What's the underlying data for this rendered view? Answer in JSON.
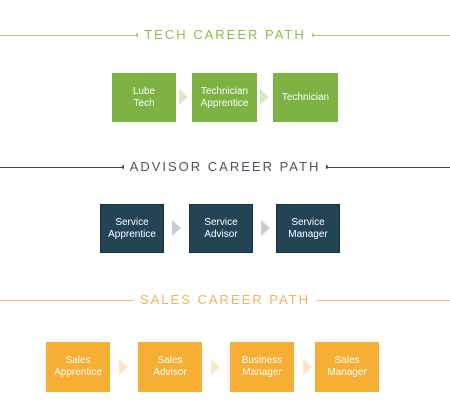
{
  "tech": {
    "heading": "TECH CAREER PATH",
    "steps": [
      "Lube\nTech",
      "Technician\nApprentice",
      "Technician"
    ],
    "accent": "#7cb342"
  },
  "advisor": {
    "heading": "ADVISOR CAREER PATH",
    "steps": [
      "Service\nApprentice",
      "Service\nAdvisor",
      "Service\nManager"
    ],
    "accent": "#234455"
  },
  "sales": {
    "heading": "SALES CAREER PATH",
    "steps": [
      "Sales\nApprentice",
      "Sales\nAdvisor",
      "Business\nManager",
      "Sales\nManager"
    ],
    "accent": "#f7ae34"
  }
}
